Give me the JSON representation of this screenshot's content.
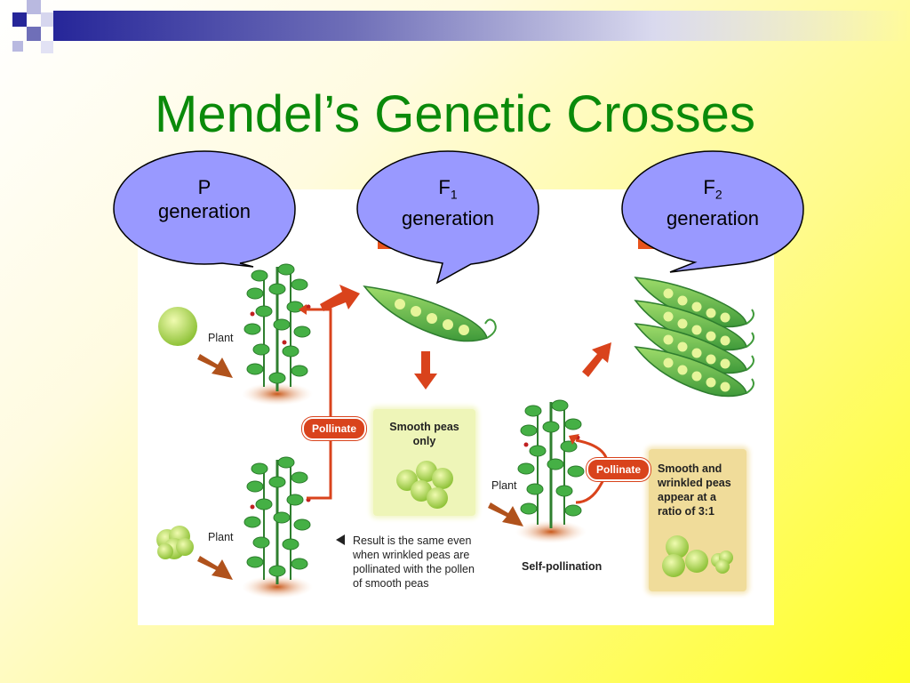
{
  "slide": {
    "title": "Mendel’s Genetic Crosses"
  },
  "bubbles": [
    {
      "main": "P",
      "sub": "",
      "line2": "generation"
    },
    {
      "main": "F",
      "sub": "1",
      "line2": "generation"
    },
    {
      "main": "F",
      "sub": "2",
      "line2": "generation"
    }
  ],
  "diagram": {
    "plant_label_top": "Plant",
    "plant_label_bottom": "Plant",
    "plant_label_self": "Plant",
    "pollinate_left": "Pollinate",
    "pollinate_right": "Pollinate",
    "smooth_box_line1": "Smooth peas",
    "smooth_box_line2": "only",
    "result_lines": [
      "Result is the same even",
      "when wrinkled peas are",
      "pollinated with the pollen",
      "of smooth peas"
    ],
    "self_pollination": "Self-pollination",
    "ratio_lines": [
      "Smooth and",
      "wrinkled peas",
      "appear at a",
      "ratio of 3:1"
    ]
  },
  "colors": {
    "title_green": "#0a8a0a",
    "bubble_fill": "#9999ff",
    "arrow_red": "#d9431c",
    "plant_green": "#3aa83a",
    "pea_green": "#b9df5a",
    "smooth_box": "#eef5b8",
    "ratio_box": "#f0dc9a"
  }
}
